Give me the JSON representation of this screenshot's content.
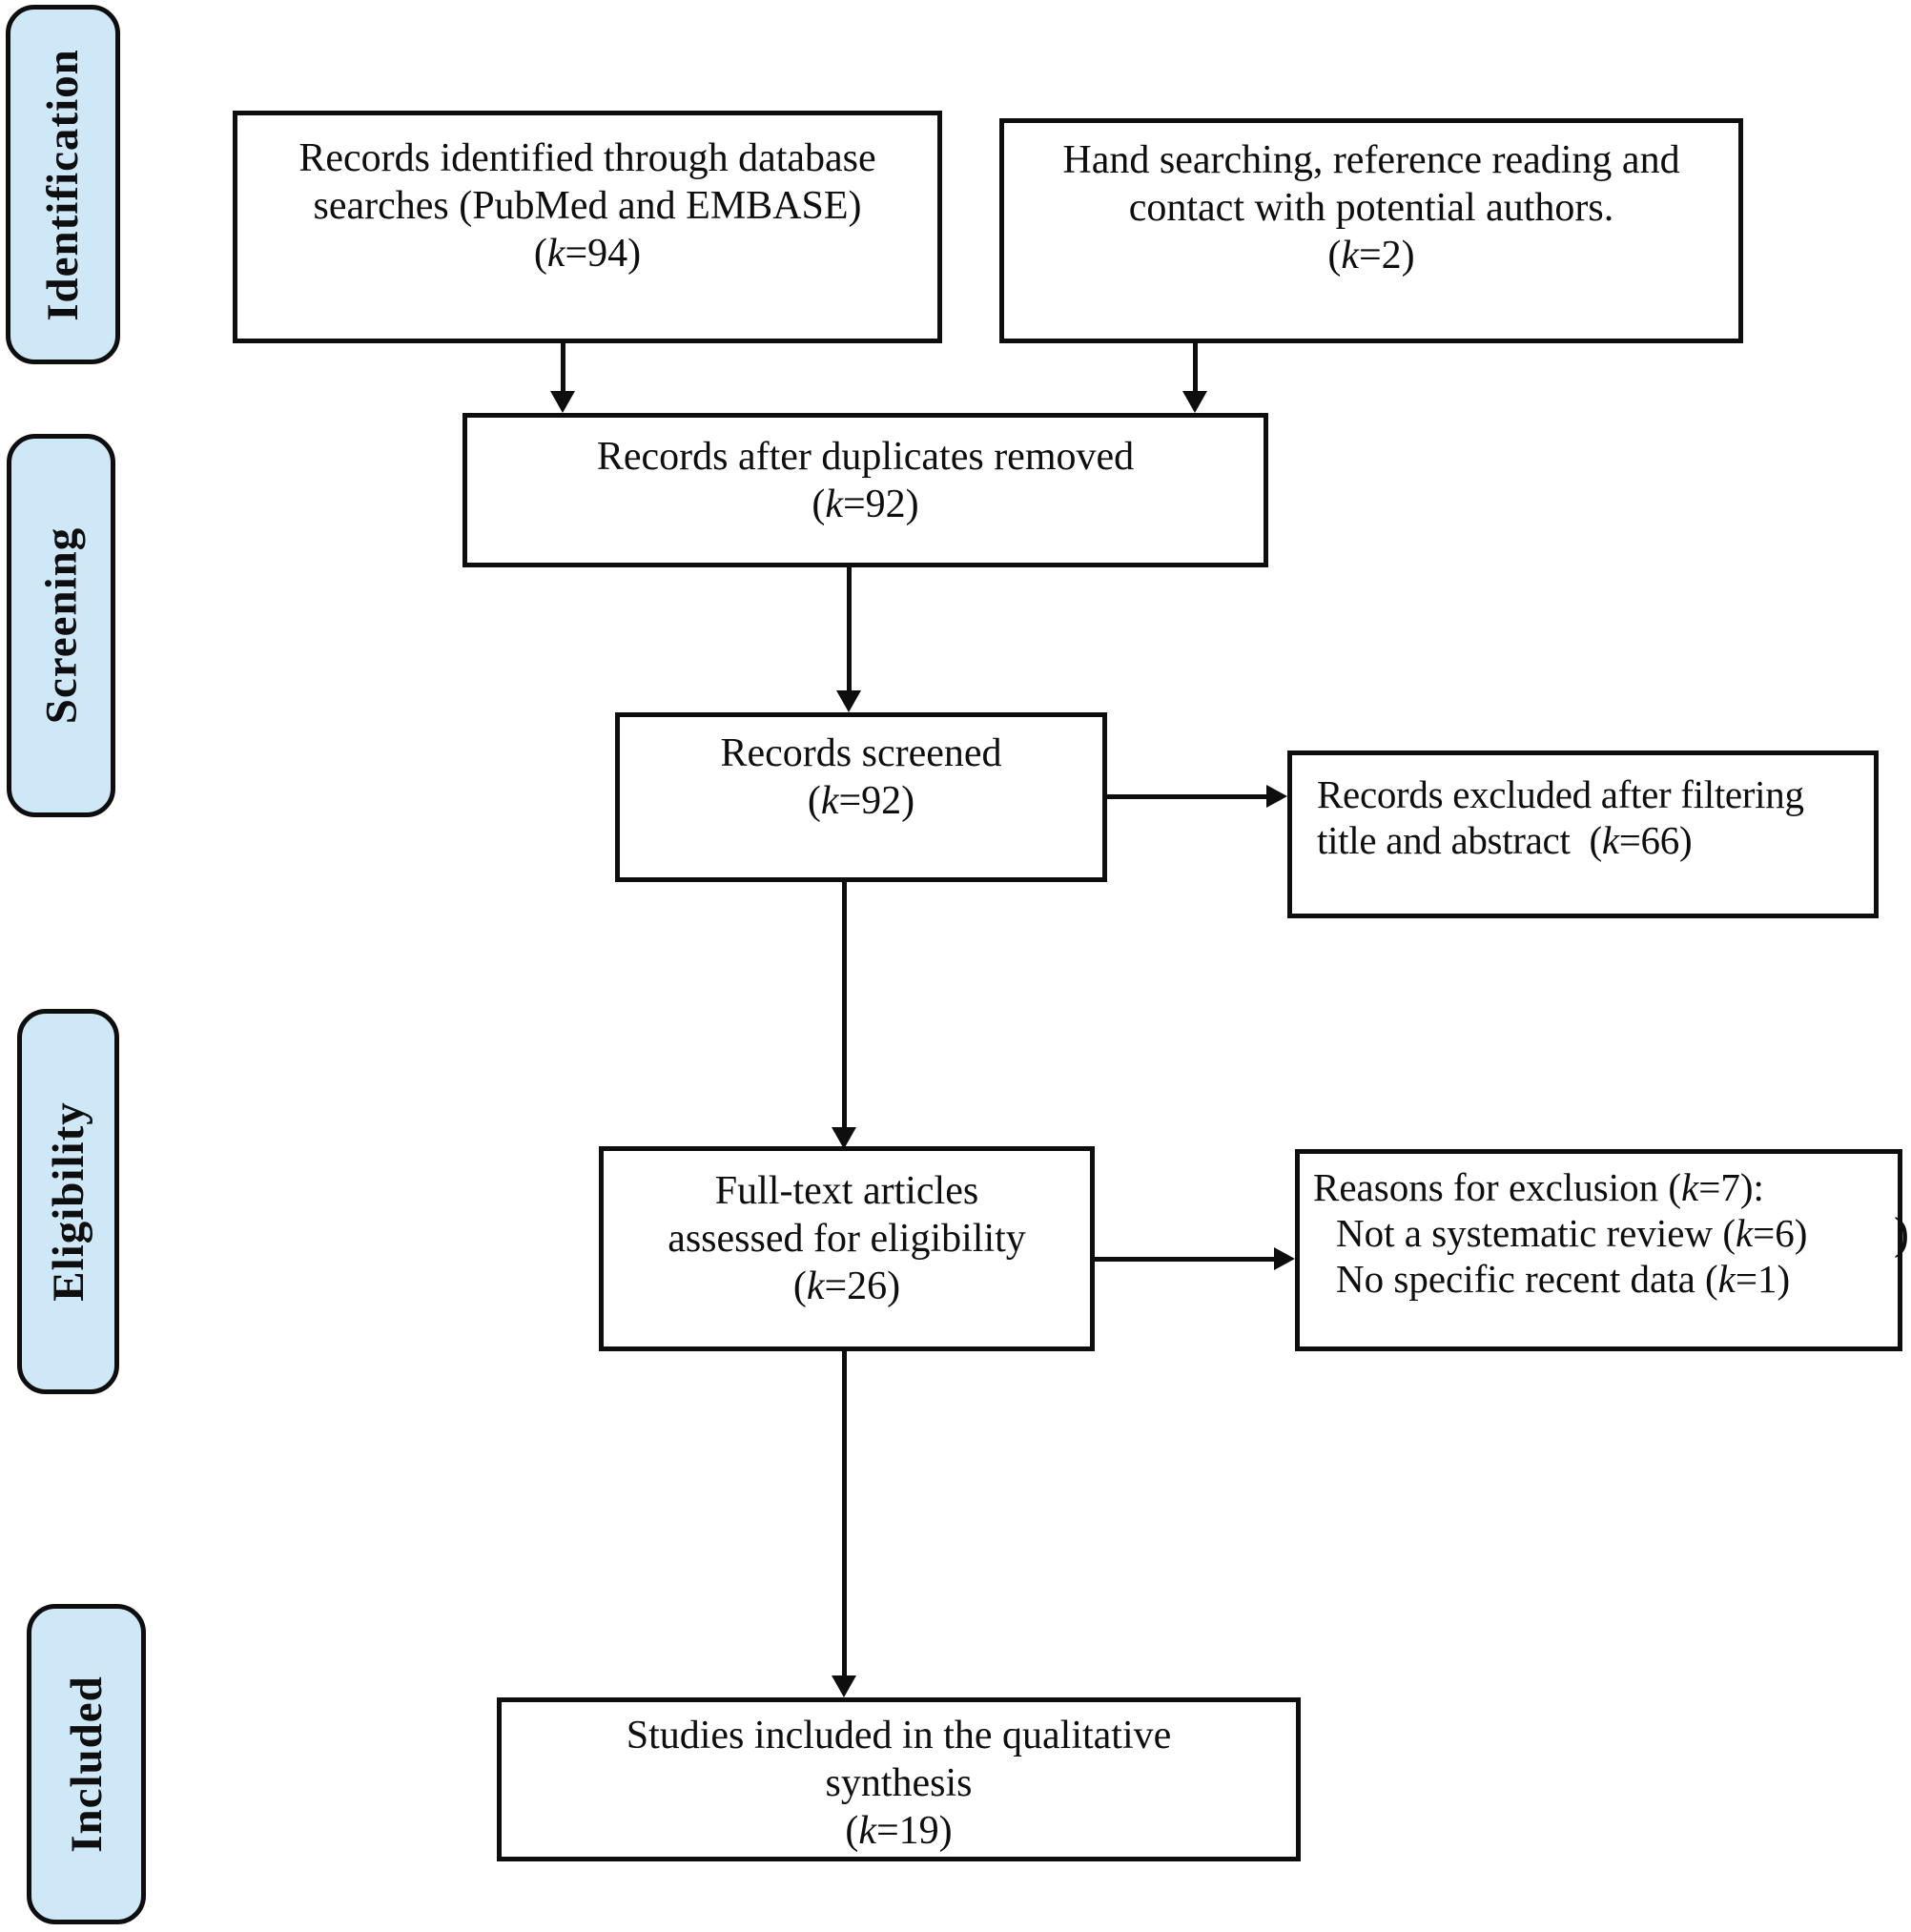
{
  "diagram": {
    "type": "prisma_flow",
    "stage_labels": [
      "Identification",
      "Screening",
      "Eligibility",
      "Included"
    ],
    "boxes": {
      "records_identified": {
        "k": 94,
        "lines": [
          {
            "segments": [
              {
                "text": "Records identified through database"
              }
            ]
          },
          {
            "segments": [
              {
                "text": "searches (PubMed and EMBASE)"
              }
            ]
          },
          {
            "segments": [
              {
                "text": "("
              },
              {
                "text": "k",
                "italic": true
              },
              {
                "text": "=94)"
              }
            ]
          }
        ]
      },
      "hand_searching": {
        "k": 2,
        "lines": [
          {
            "segments": [
              {
                "text": "Hand searching, reference reading and"
              }
            ]
          },
          {
            "segments": [
              {
                "text": "contact with potential authors."
              }
            ]
          },
          {
            "segments": [
              {
                "text": "("
              },
              {
                "text": "k",
                "italic": true
              },
              {
                "text": "=2)"
              }
            ]
          }
        ]
      },
      "duplicates_removed": {
        "k": 92,
        "lines": [
          {
            "segments": [
              {
                "text": "Records after duplicates removed"
              }
            ]
          },
          {
            "segments": [
              {
                "text": "("
              },
              {
                "text": "k",
                "italic": true
              },
              {
                "text": "=92)"
              }
            ]
          }
        ]
      },
      "records_screened": {
        "k": 92,
        "lines": [
          {
            "segments": [
              {
                "text": "Records screened"
              }
            ]
          },
          {
            "segments": [
              {
                "text": "("
              },
              {
                "text": "k",
                "italic": true
              },
              {
                "text": "=92)"
              }
            ]
          }
        ]
      },
      "records_excluded": {
        "k": 66,
        "lines": [
          {
            "segments": [
              {
                "text": "Records excluded after filtering"
              }
            ]
          },
          {
            "segments": [
              {
                "text": "title and abstract  ("
              },
              {
                "text": "k",
                "italic": true
              },
              {
                "text": "=66)"
              }
            ]
          }
        ]
      },
      "full_text_assessed": {
        "k": 26,
        "lines": [
          {
            "segments": [
              {
                "text": "Full-text articles"
              }
            ]
          },
          {
            "segments": [
              {
                "text": "assessed for eligibility"
              }
            ]
          },
          {
            "segments": [
              {
                "text": "("
              },
              {
                "text": "k",
                "italic": true
              },
              {
                "text": "=26)"
              }
            ]
          }
        ]
      },
      "exclusion_reasons": {
        "k": 7,
        "lines": [
          {
            "segments": [
              {
                "text": "Reasons for exclusion ("
              },
              {
                "text": "k",
                "italic": true
              },
              {
                "text": "=7):"
              }
            ]
          },
          {
            "indent": true,
            "segments": [
              {
                "text": "Not a systematic review ("
              },
              {
                "text": "k",
                "italic": true
              },
              {
                "text": "=6)"
              }
            ]
          },
          {
            "indent": true,
            "segments": [
              {
                "text": "No specific recent data ("
              },
              {
                "text": "k",
                "italic": true
              },
              {
                "text": "=1)"
              }
            ]
          }
        ]
      },
      "included_synthesis": {
        "k": 19,
        "lines": [
          {
            "segments": [
              {
                "text": "Studies included in the qualitative"
              }
            ]
          },
          {
            "segments": [
              {
                "text": "synthesis"
              }
            ]
          },
          {
            "segments": [
              {
                "text": "("
              },
              {
                "text": "k",
                "italic": true
              },
              {
                "text": "=19)"
              }
            ]
          }
        ]
      }
    },
    "edge_artifact_glyph": ")"
  }
}
